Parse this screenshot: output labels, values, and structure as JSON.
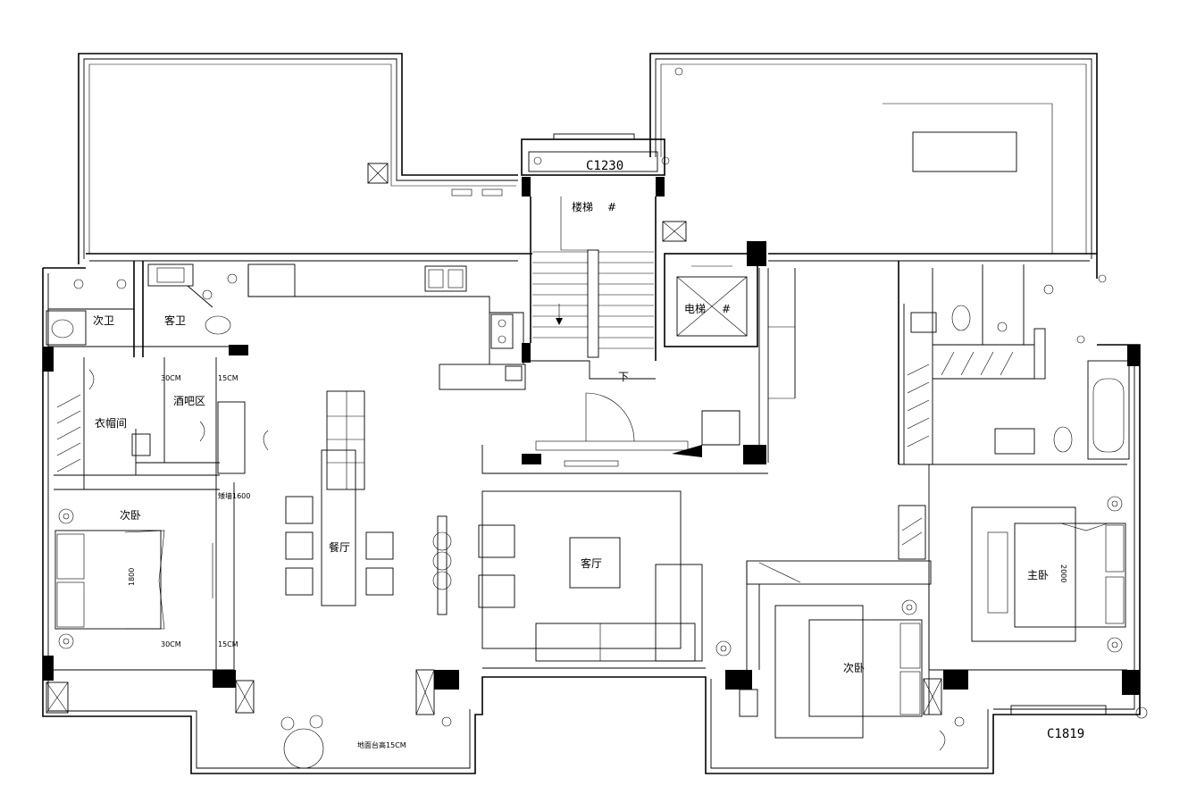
{
  "rooms": {
    "second_bath": "次卫",
    "guest_bath": "客卫",
    "cloakroom": "衣帽间",
    "bar_area": "酒吧区",
    "dining": "餐厅",
    "living": "客厅",
    "stair": "楼梯",
    "elevator": "电梯",
    "second_bedroom_left": "次卧",
    "second_bedroom_right": "次卧",
    "master_bedroom": "主卧"
  },
  "annotations": {
    "window_top": "C1230",
    "window_bottom": "C1819",
    "dim_30cm_top": "30CM",
    "dim_15cm_top": "15CM",
    "dim_30cm_bottom": "30CM",
    "dim_15cm_bottom": "15CM",
    "floor_wall": "矮墙1600",
    "bed_left_dim": "1800",
    "bed_master_dim": "2000",
    "stair_down": "下",
    "floor_raised": "地面台高15CM"
  }
}
